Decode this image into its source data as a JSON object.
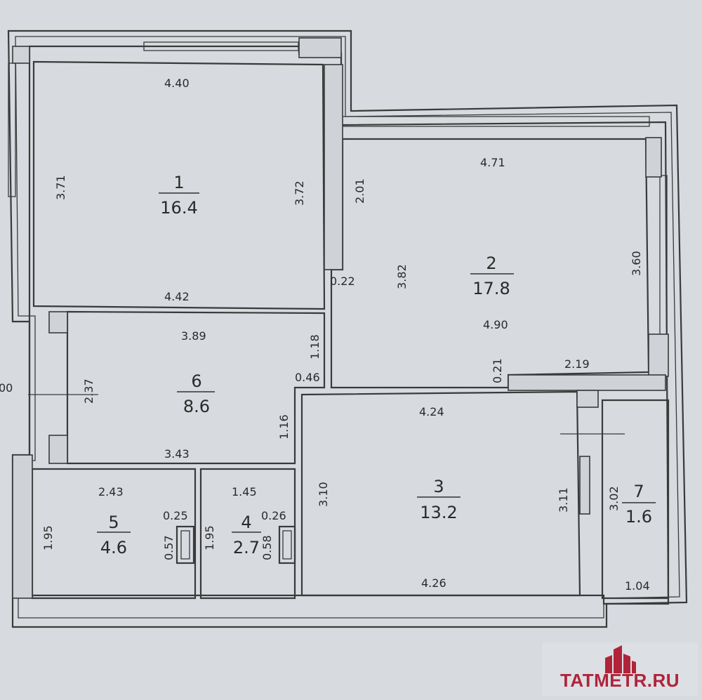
{
  "plan": {
    "left_cut_label": "00",
    "rooms": [
      {
        "number": "1",
        "area": "16.4"
      },
      {
        "number": "2",
        "area": "17.8"
      },
      {
        "number": "3",
        "area": "13.2"
      },
      {
        "number": "4",
        "area": "2.7"
      },
      {
        "number": "5",
        "area": "4.6"
      },
      {
        "number": "6",
        "area": "8.6"
      },
      {
        "number": "7",
        "area": "1.6"
      }
    ],
    "dimensions": {
      "r1_top": "4.40",
      "r1_left": "3.71",
      "r1_right": "3.72",
      "r1_bottom": "4.42",
      "r2_top": "4.71",
      "r2_left_a": "2.01",
      "r2_left_b": "0.22",
      "r2_left_c": "3.82",
      "r2_right": "3.60",
      "r2_bottom": "4.90",
      "r2_step_h": "0.21",
      "r2_step_w": "2.19",
      "r6_top": "3.89",
      "r6_right_a": "1.18",
      "r6_right_b": "0.46",
      "r6_left": "2.37",
      "r6_right_c": "1.16",
      "r6_bottom": "3.43",
      "r3_top": "4.24",
      "r3_left": "3.10",
      "r3_right": "3.11",
      "r3_bottom": "4.26",
      "r5_top": "2.43",
      "r5_left": "1.95",
      "r5_shaft_w": "0.25",
      "r5_shaft_h": "0.57",
      "r4_top": "1.45",
      "r4_left": "1.95",
      "r4_shaft_w": "0.26",
      "r4_shaft_h": "0.58",
      "r7_left": "3.02",
      "r7_bottom": "1.04"
    }
  },
  "logo": {
    "text": "TATMETR.RU",
    "icon": "building-logo-icon",
    "color": "#b0243a"
  }
}
